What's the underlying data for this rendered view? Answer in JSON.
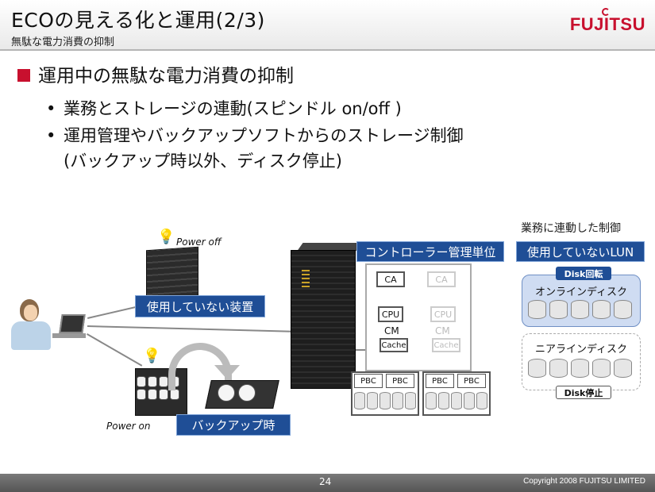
{
  "header": {
    "title": "ECOの見える化と運用(2/3)",
    "subtitle": "無駄な電力消費の抑制",
    "logo": "FUJITSU"
  },
  "main": {
    "heading": "運用中の無駄な電力消費の抑制",
    "bullets": [
      "業務とストレージの連動(スピンドル on/off )",
      "運用管理やバックアップソフトからのストレージ制御"
    ],
    "bullet_continuation": "(バックアップ時以外、ディスク停止)"
  },
  "diagram": {
    "power_off_label": "Power off",
    "power_on_label": "Power on",
    "unused_device_label": "使用していない装置",
    "backup_time_label": "バックアップ時",
    "controller_unit_label": "コントローラー管理単位",
    "unused_lun_label": "使用していないLUN",
    "linked_control_caption": "業務に連動した制御",
    "ca_label": "CA",
    "cpu_label": "CPU",
    "cm_label": "CM",
    "cache_label": "Cache",
    "pbc_label": "PBC",
    "disk_spin_label": "Disk回転",
    "online_disk_label": "オンラインディスク",
    "nearline_disk_label": "ニアラインディスク",
    "disk_stop_label": "Disk停止"
  },
  "footer": {
    "page_number": "24",
    "copyright": "Copyright 2008 FUJITSU LIMITED"
  },
  "colors": {
    "accent_red": "#c8102e",
    "label_blue": "#1f4e96",
    "online_panel": "#cfdcf2"
  }
}
